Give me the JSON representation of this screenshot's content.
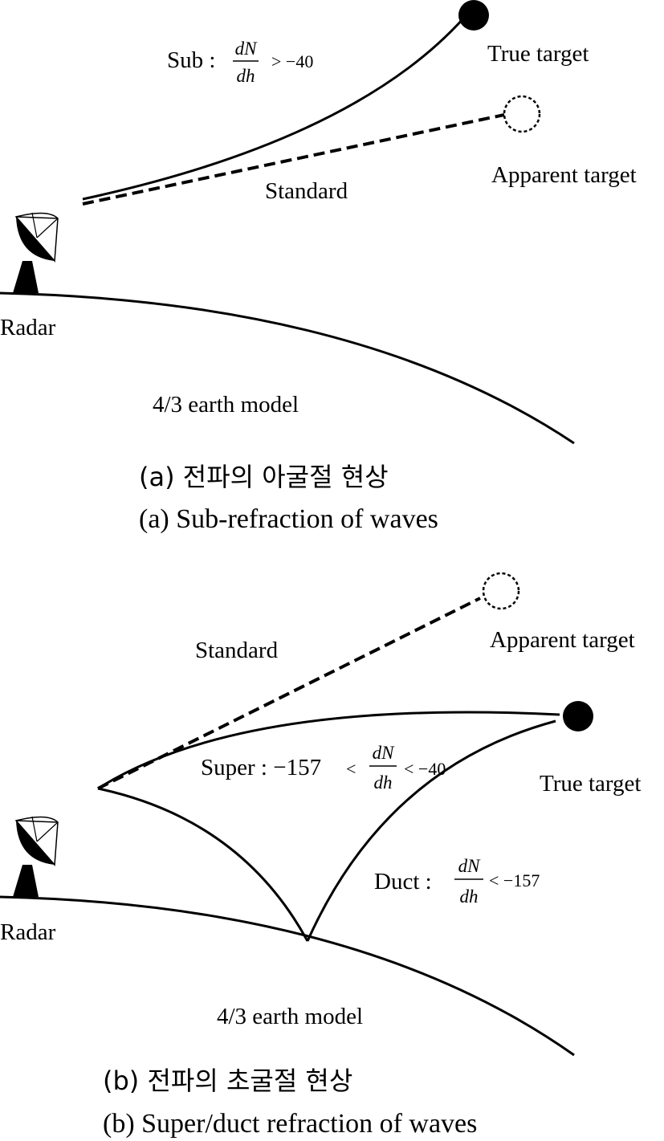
{
  "panel_a": {
    "sub_label": "Sub :",
    "sub_frac_num": "dN",
    "sub_frac_den": "dh",
    "sub_relation": "> −40",
    "true_target": "True target",
    "apparent_target": "Apparent target",
    "standard": "Standard",
    "radar": "Radar",
    "earth_model": "4/3 earth model",
    "caption_korean": "(a) 전파의 아굴절 현상",
    "caption_english": "(a) Sub-refraction of waves"
  },
  "panel_b": {
    "standard": "Standard",
    "apparent_target": "Apparent target",
    "super_label": "Super : −157",
    "super_lt1": "<",
    "super_frac_num": "dN",
    "super_frac_den": "dh",
    "super_relation": "< −40",
    "true_target": "True target",
    "duct_label": "Duct :",
    "duct_frac_num": "dN",
    "duct_frac_den": "dh",
    "duct_relation": "< −157",
    "radar": "Radar",
    "earth_model": "4/3 earth model",
    "caption_korean": "(b) 전파의 초굴절 현상",
    "caption_english": "(b) Super/duct refraction of waves"
  }
}
